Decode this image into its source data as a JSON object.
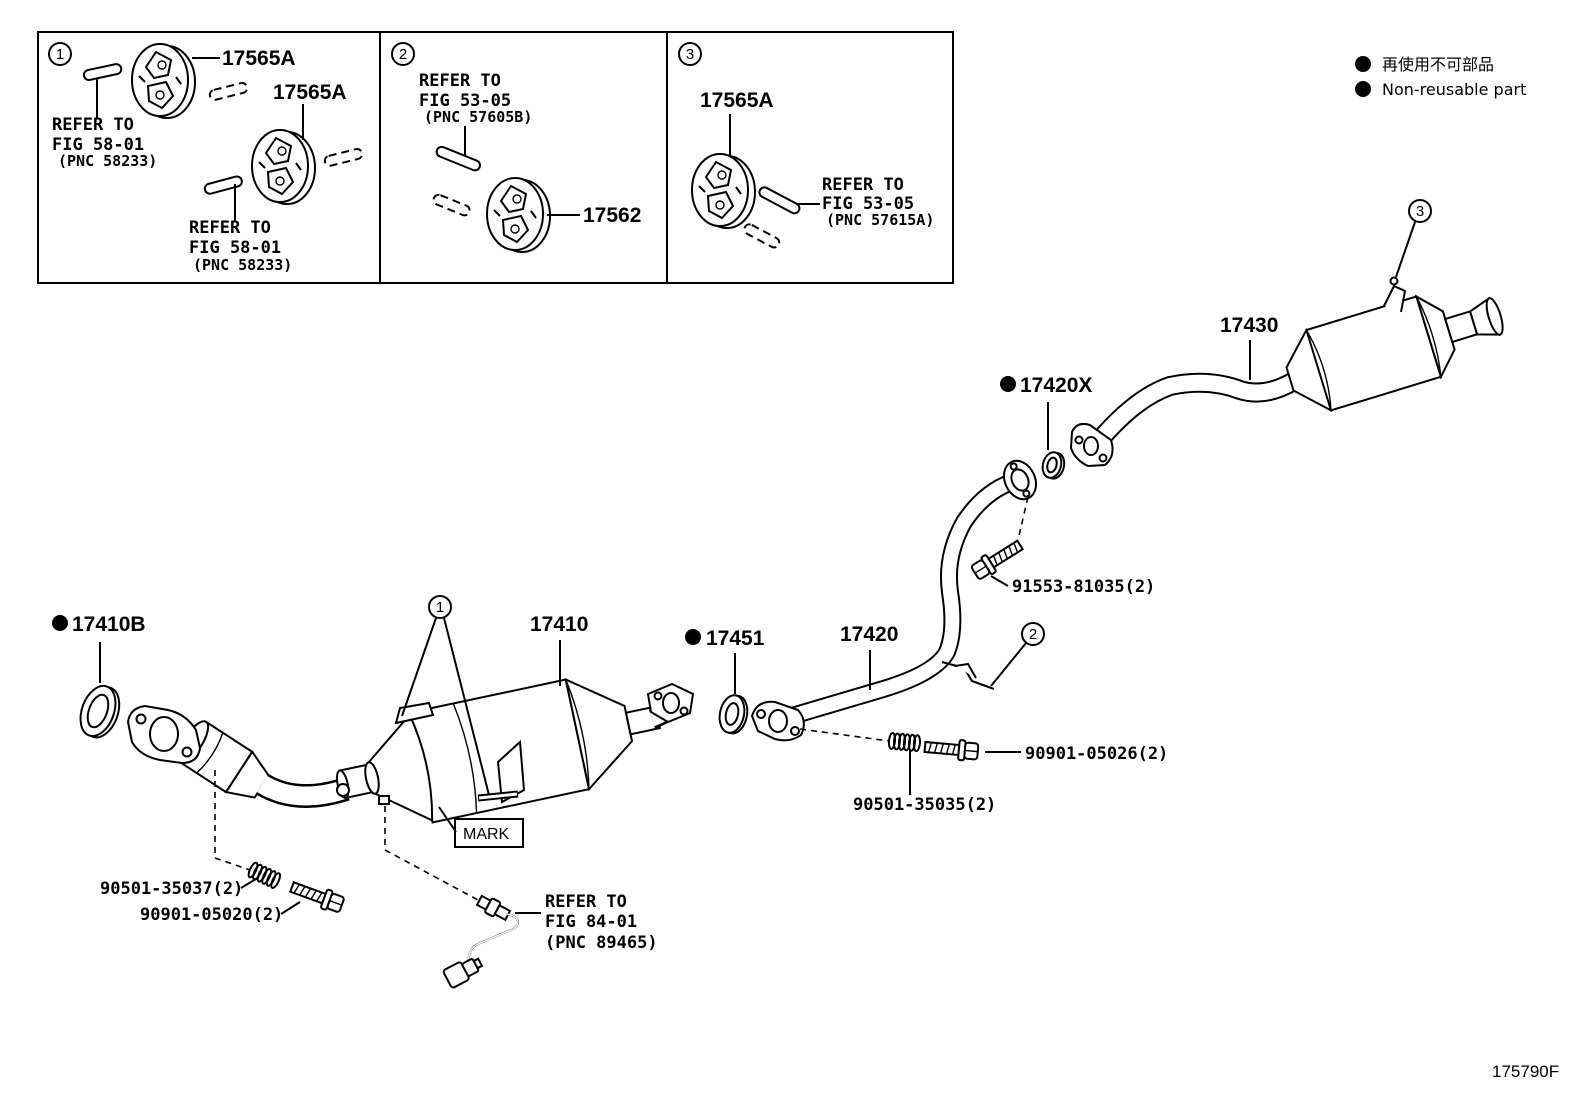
{
  "colors": {
    "ink": "#000000",
    "paper": "#ffffff"
  },
  "inset_1": {
    "marker": "1",
    "hanger_upper": "17565A",
    "hanger_lower": "17565A",
    "ref_upper": {
      "line1": "REFER TO",
      "line2": "FIG 58-01",
      "line3": "(PNC 58233)"
    },
    "ref_lower": {
      "line1": "REFER TO",
      "line2": "FIG 58-01",
      "line3": "(PNC 58233)"
    }
  },
  "inset_2": {
    "marker": "2",
    "ref": {
      "line1": "REFER TO",
      "line2": "FIG 53-05",
      "line3": "(PNC 57605B)"
    },
    "hanger": "17562"
  },
  "inset_3": {
    "marker": "3",
    "hanger": "17565A",
    "ref": {
      "line1": "REFER TO",
      "line2": "FIG 53-05",
      "line3": "(PNC 57615A)"
    }
  },
  "legend": {
    "japanese": "再使用不可部品",
    "english": "Non-reusable part"
  },
  "parts": {
    "gasket_front": {
      "number": "17410B",
      "non_reusable": true
    },
    "converter": {
      "number": "17410",
      "marker": "1",
      "mark_label": "MARK"
    },
    "spring_front": {
      "number": "90501-35037(2)"
    },
    "bolt_front": {
      "number": "90901-05020(2)"
    },
    "oxygen_sensor_ref": {
      "line1": "REFER TO",
      "line2": "FIG 84-01",
      "line3": "(PNC 89465)"
    },
    "gasket_center": {
      "number": "17451",
      "non_reusable": true
    },
    "center_pipe": {
      "number": "17420",
      "marker": "2"
    },
    "bolt_center": {
      "number": "90901-05026(2)"
    },
    "spring_center": {
      "number": "90501-35035(2)"
    },
    "bolt_rear": {
      "number": "91553-81035(2)"
    },
    "gasket_rear": {
      "number": "17420X",
      "non_reusable": true
    },
    "tail_pipe": {
      "number": "17430",
      "marker": "3"
    }
  },
  "drawing_id": "175790F"
}
